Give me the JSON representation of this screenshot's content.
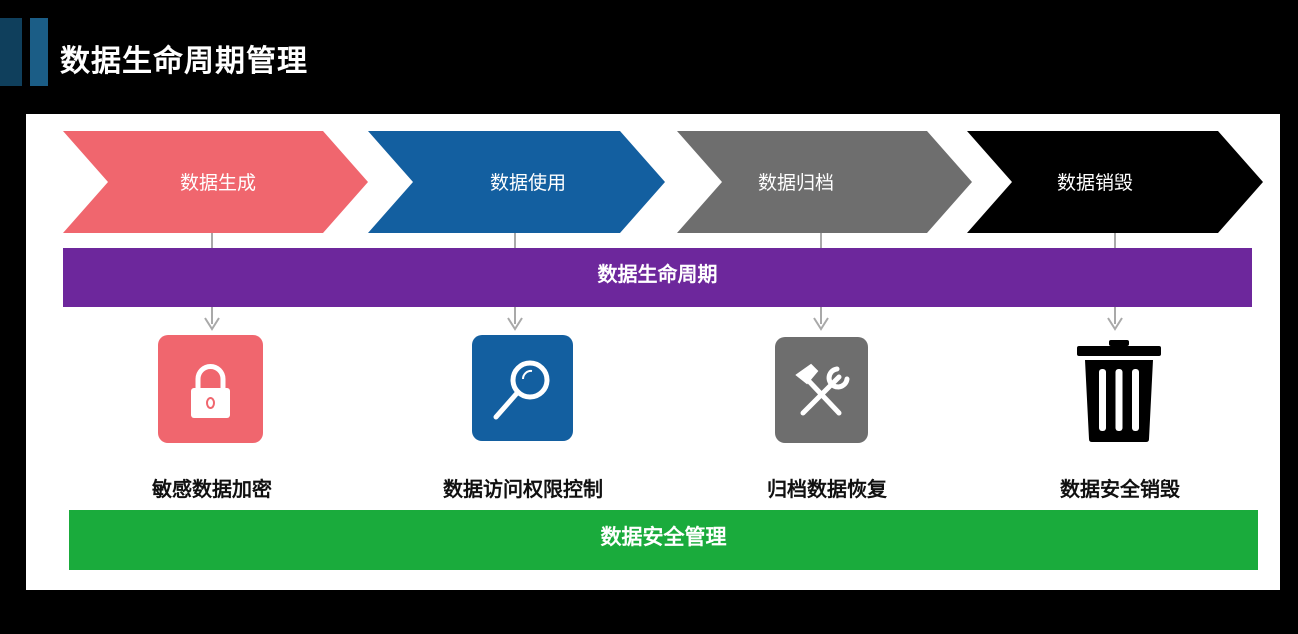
{
  "title": "数据生命周期管理",
  "stages": [
    {
      "label": "数据生成",
      "color": "#f0666e",
      "icon": "lock-icon"
    },
    {
      "label": "数据使用",
      "color": "#135fa0",
      "icon": "magnifier-icon"
    },
    {
      "label": "数据归档",
      "color": "#6e6e6e",
      "icon": "hammer-wrench-icon"
    },
    {
      "label": "数据销毁",
      "color": "#000000",
      "icon": "trash-icon"
    }
  ],
  "lifecycle_band": {
    "label": "数据生命周期",
    "color": "#6d279c"
  },
  "captions": [
    "敏感数据加密",
    "数据访问权限控制",
    "归档数据恢复",
    "数据安全销毁"
  ],
  "security_band": {
    "label": "数据安全管理",
    "color": "#1aab3c"
  }
}
